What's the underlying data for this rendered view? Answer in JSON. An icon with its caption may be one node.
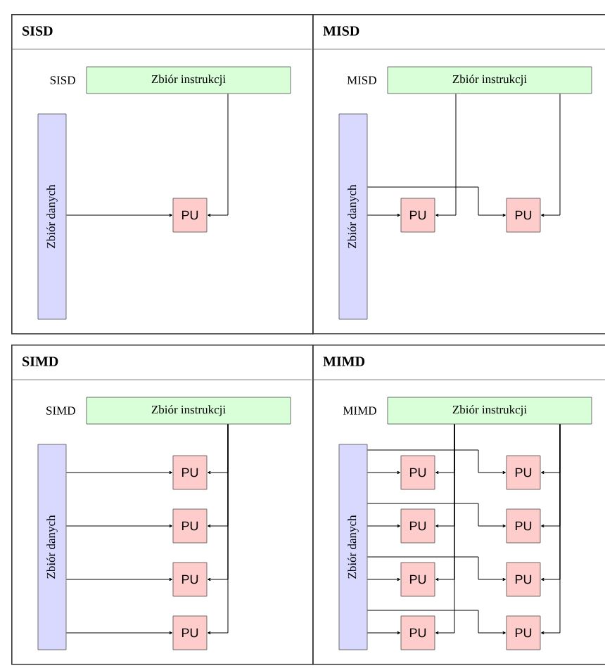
{
  "diagram": {
    "nodes": [
      {
        "text": [
          "SISD"
        ]
      },
      {
        "text": [
          "Zbiór instrukcji"
        ],
        "in": 0,
        "beside": [
          "SISD"
        ]
      },
      {
        "text": [
          "Zbiór danych"
        ],
        "in": 0
      },
      {
        "text": [
          "PU"
        ],
        "in": 0
      },
      {
        "text": [
          "MISD"
        ]
      },
      {
        "text": [
          "Zbiór instrukcji"
        ],
        "in": 4,
        "beside": [
          "MISD"
        ]
      },
      {
        "text": [
          "Zbiór danych"
        ],
        "in": 4
      },
      {
        "text": [
          "PU"
        ],
        "in": 4
      },
      {
        "text": [
          "PU"
        ],
        "in": 4
      },
      {
        "text": [
          "SIMD"
        ]
      },
      {
        "text": [
          "Zbiór instrukcji"
        ],
        "in": 9,
        "beside": [
          "SIMD"
        ]
      },
      {
        "text": [
          "Zbiór danych"
        ],
        "in": 9
      },
      {
        "text": [
          "PU"
        ],
        "in": 9
      },
      {
        "text": [
          "PU"
        ],
        "in": 9
      },
      {
        "text": [
          "PU"
        ],
        "in": 9
      },
      {
        "text": [
          "PU"
        ],
        "in": 9
      },
      {
        "text": [
          "MIMD"
        ]
      },
      {
        "text": [
          "Zbiór instrukcji"
        ],
        "in": 16,
        "beside": [
          "MIMD"
        ]
      },
      {
        "text": [
          "Zbiór danych"
        ],
        "in": 16
      },
      {
        "text": [
          "PU"
        ],
        "in": 16
      },
      {
        "text": [
          "PU"
        ],
        "in": 16
      },
      {
        "text": [
          "PU"
        ],
        "in": 16
      },
      {
        "text": [
          "PU"
        ],
        "in": 16
      },
      {
        "text": [
          "PU"
        ],
        "in": 16
      },
      {
        "text": [
          "PU"
        ],
        "in": 16
      },
      {
        "text": [
          "PU"
        ],
        "in": 16
      },
      {
        "text": [
          "PU"
        ],
        "in": 16
      }
    ],
    "edges": [
      {
        "from": 2,
        "to": 3,
        "arrow": "to"
      },
      {
        "from": 1,
        "to": 3,
        "arrow": "to"
      },
      {
        "from": 6,
        "to": 7,
        "arrow": "to"
      },
      {
        "from": 6,
        "to": 8,
        "arrow": "to"
      },
      {
        "from": 5,
        "to": 7,
        "arrow": "to"
      },
      {
        "from": 5,
        "to": 8,
        "arrow": "to"
      },
      {
        "from": 11,
        "to": 12,
        "arrow": "to"
      },
      {
        "from": 11,
        "to": 13,
        "arrow": "to"
      },
      {
        "from": 11,
        "to": 14,
        "arrow": "to"
      },
      {
        "from": 11,
        "to": 15,
        "arrow": "to"
      },
      {
        "from": 10,
        "to": 12,
        "arrow": "to"
      },
      {
        "from": 10,
        "to": 13,
        "arrow": "to"
      },
      {
        "from": 10,
        "to": 14,
        "arrow": "to"
      },
      {
        "from": 10,
        "to": 15,
        "arrow": "to"
      },
      {
        "from": 18,
        "to": 19,
        "arrow": "to"
      },
      {
        "from": 18,
        "to": 20,
        "arrow": "to"
      },
      {
        "from": 18,
        "to": 21,
        "arrow": "to"
      },
      {
        "from": 18,
        "to": 22,
        "arrow": "to"
      },
      {
        "from": 18,
        "to": 23,
        "arrow": "to"
      },
      {
        "from": 18,
        "to": 24,
        "arrow": "to"
      },
      {
        "from": 18,
        "to": 25,
        "arrow": "to"
      },
      {
        "from": 18,
        "to": 26,
        "arrow": "to"
      },
      {
        "from": 17,
        "to": 19,
        "arrow": "to"
      },
      {
        "from": 17,
        "to": 20,
        "arrow": "to"
      },
      {
        "from": 17,
        "to": 21,
        "arrow": "to"
      },
      {
        "from": 17,
        "to": 22,
        "arrow": "to"
      },
      {
        "from": 17,
        "to": 23,
        "arrow": "to"
      },
      {
        "from": 17,
        "to": 24,
        "arrow": "to"
      },
      {
        "from": 17,
        "to": 25,
        "arrow": "to"
      },
      {
        "from": 17,
        "to": 26,
        "arrow": "to"
      }
    ]
  }
}
